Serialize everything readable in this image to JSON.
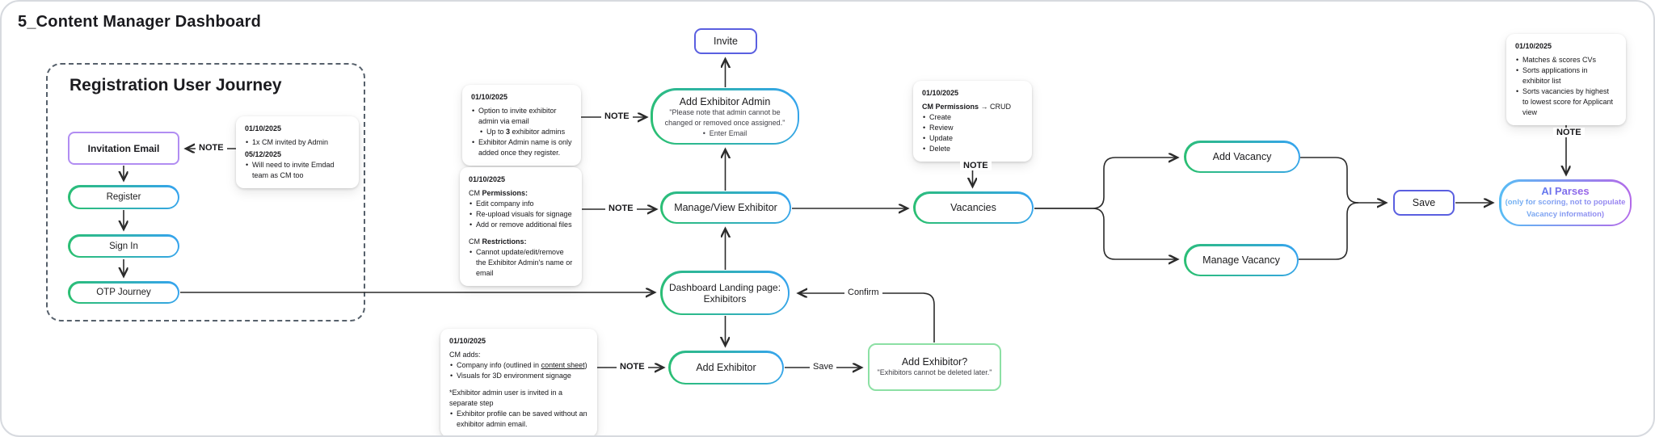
{
  "title": "5_Content Manager Dashboard",
  "journey": {
    "heading": "Registration User Journey",
    "invitation_email": "Invitation Email",
    "register": "Register",
    "sign_in": "Sign In",
    "otp": "OTP Journey"
  },
  "nodes": {
    "invite": "Invite",
    "add_exhibitor_admin": {
      "title": "Add Exhibitor Admin",
      "quote": "\"Please note that admin cannot be changed or removed once assigned.\"",
      "bullet": "Enter Email"
    },
    "manage_view_exhibitor": "Manage/View Exhibitor",
    "vacancies": "Vacancies",
    "add_vacancy": "Add Vacancy",
    "manage_vacancy": "Manage Vacancy",
    "save": "Save",
    "ai_parses": {
      "title": "AI Parses",
      "subtitle": "(only for scoring, not to populate Vacancy information)"
    },
    "dashboard_landing": {
      "line1": "Dashboard Landing page:",
      "line2": "Exhibitors"
    },
    "add_exhibitor": "Add Exhibitor",
    "add_exhibitor_confirm": {
      "title": "Add Exhibitor?",
      "quote": "\"Exhibitors cannot be deleted later.\""
    }
  },
  "labels": {
    "note": "NOTE",
    "save": "Save",
    "confirm": "Confirm"
  },
  "notes": {
    "invitation": {
      "date1": "01/10/2025",
      "b1": "1x CM invited by Admin",
      "date2": "05/12/2025",
      "b2": "Will need to invite Emdad team as CM too"
    },
    "admin_invite": {
      "date": "01/10/2025",
      "b1": "Option to invite exhibitor admin via email",
      "sub_pre": "Up to ",
      "sub_bold": "3",
      "sub_post": " exhibitor admins",
      "b2": "Exhibitor Admin name is only added once they register."
    },
    "cm_permissions": {
      "date": "01/10/2025",
      "perm_pre": "CM ",
      "perm_bold": "Permissions:",
      "p1": "Edit company info",
      "p2": "Re-upload visuals for signage",
      "p3": "Add or remove additional files",
      "restr_pre": "CM ",
      "restr_bold": "Restrictions:",
      "r1": "Cannot update/edit/remove the Exhibitor Admin's name or email"
    },
    "crud": {
      "date": "01/10/2025",
      "head_bold": "CM Permissions",
      "head_rest": " → CRUD",
      "i1": "Create",
      "i2": "Review",
      "i3": "Update",
      "i4": "Delete"
    },
    "ai": {
      "date": "01/10/2025",
      "b1": "Matches & scores CVs",
      "b2": "Sorts applications in exhibitor list",
      "b3": "Sorts vacancies by highest to lowest score for Applicant view"
    },
    "cm_adds": {
      "date": "01/10/2025",
      "head": "CM adds:",
      "b1_pre": "Company info (outlined in ",
      "b1_underline": "content sheet",
      "b1_post": ")",
      "b2": "Visuals for 3D environment signage",
      "star": "*Exhibitor admin user is invited in a separate step",
      "b3": "Exhibitor profile can be saved without an exhibitor admin email."
    }
  },
  "colors": {
    "gradient_green": "#2ac06e",
    "gradient_blue": "#36a3f2",
    "accent_purple": "#5a5fe0",
    "light_purple": "#b18df2",
    "light_green": "#8ce0a4",
    "ai_blue": "#58bdf5",
    "ai_purple": "#b36ae9",
    "wire": "#2b2b2b"
  }
}
